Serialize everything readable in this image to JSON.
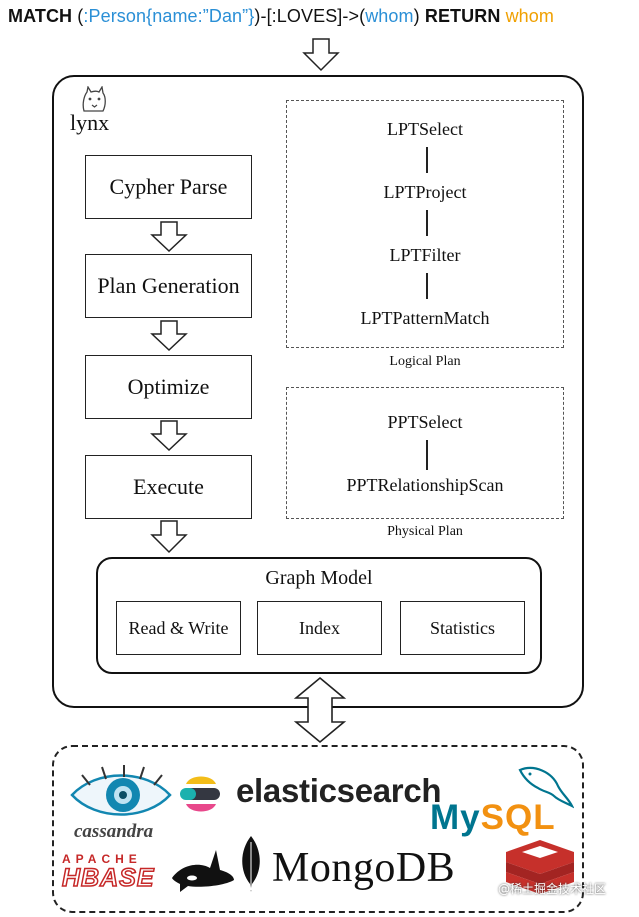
{
  "query": {
    "match": "MATCH",
    "open_paren": "(",
    "node_label": ":Person{name:”Dan”}",
    "rel": ")-[:LOVES]->(",
    "whom_var": "whom",
    "close_paren": ")",
    "return": "RETURN",
    "return_var": "whom"
  },
  "engine": {
    "logo_text": "lynx",
    "pipeline": [
      "Cypher Parse",
      "Plan Generation",
      "Optimize",
      "Execute"
    ],
    "logical_plan": {
      "nodes": [
        "LPTSelect",
        "LPTProject",
        "LPTFilter",
        "LPTPatternMatch"
      ],
      "caption": "Logical Plan"
    },
    "physical_plan": {
      "nodes": [
        "PPTSelect",
        "PPTRelationshipScan"
      ],
      "caption": "Physical Plan"
    },
    "graph_model": {
      "title": "Graph Model",
      "components": [
        "Read & Write",
        "Index",
        "Statistics"
      ]
    }
  },
  "storage": {
    "cassandra": "cassandra",
    "elasticsearch": "elasticsearch",
    "mysql_my": "My",
    "mysql_sql": "SQL",
    "hbase_apache": "APACHE",
    "hbase": "HBASE",
    "mongodb": "MongoDB",
    "watermark": "@稀土掘金技术社区"
  },
  "colors": {
    "query_blue": "#2a8fd6",
    "query_orange": "#f0a000",
    "elastic_yellow": "#f3bd19",
    "elastic_teal": "#1bb1ae",
    "elastic_pink": "#e8488b",
    "mysql_blue": "#00758f",
    "mysql_orange": "#f29111",
    "mongo_green": "#13aa52",
    "redis_red": "#c6302b",
    "cassandra_blue": "#1287b1"
  }
}
